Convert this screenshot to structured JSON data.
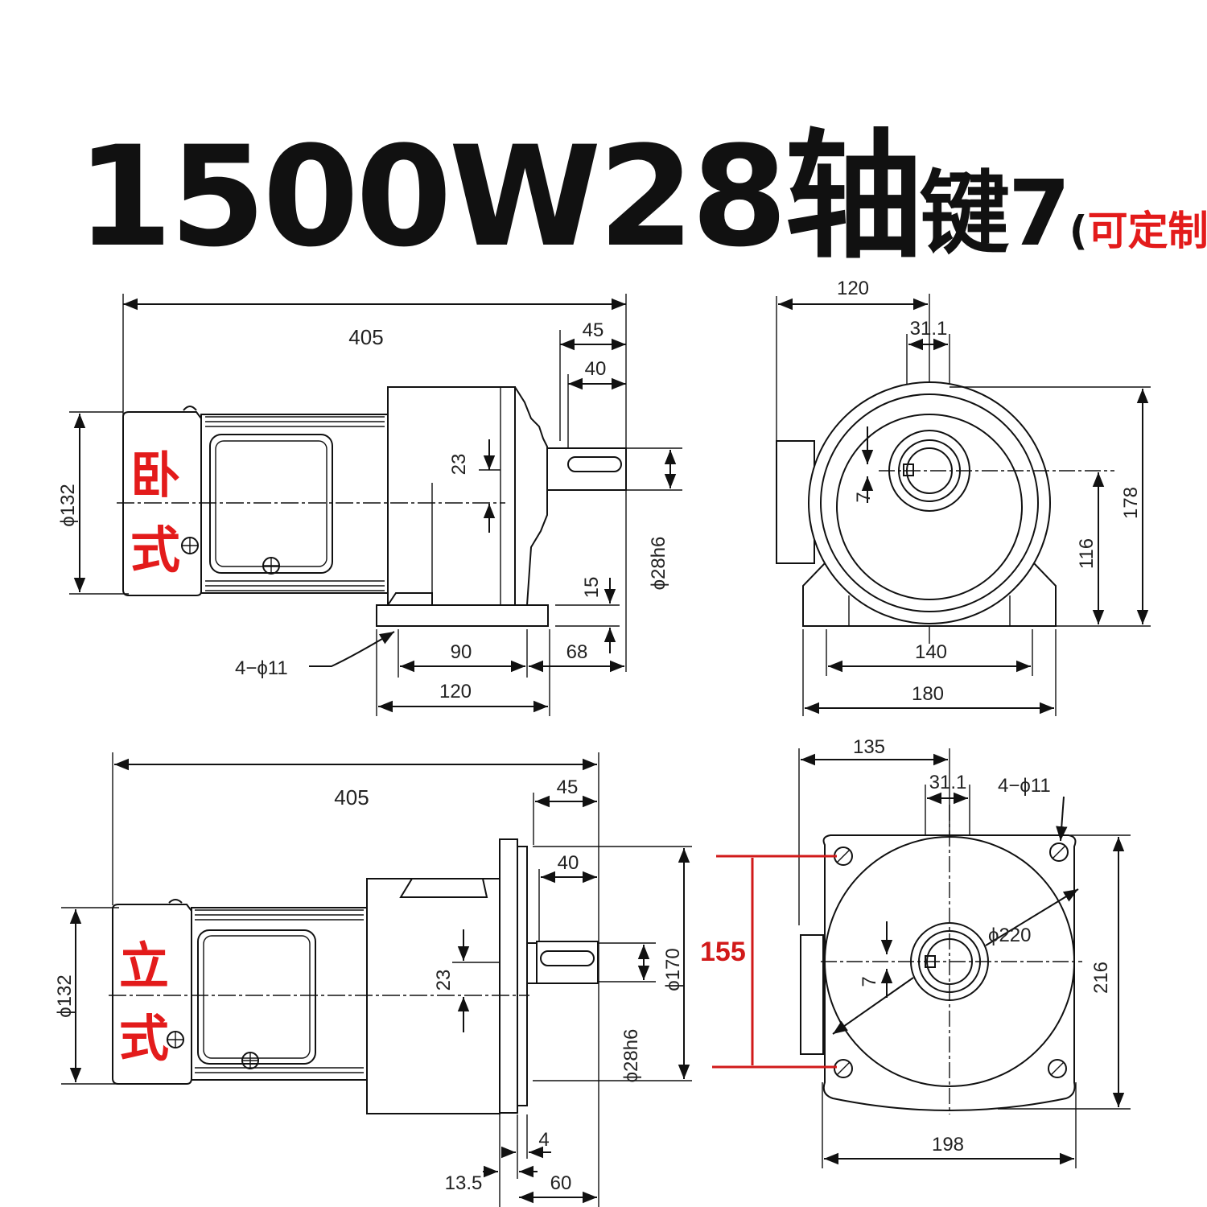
{
  "title": {
    "main": "1500W28轴",
    "key": "键7",
    "open_paren": "(",
    "custom": "可定制",
    "close_paren": ")"
  },
  "views": {
    "horizontal": {
      "label_line1": "卧",
      "label_line2": "式",
      "side": {
        "overall_length": "405",
        "shaft_length": "45",
        "key_length": "40",
        "motor_diameter": "ϕ132",
        "shaft_height_offset": "23",
        "shaft_diameter": "ϕ28h6",
        "base_thickness": "15",
        "mount_holes": "4−ϕ11",
        "hole_spacing": "90",
        "shaft_offset_from_base": "68",
        "base_length": "120"
      },
      "front": {
        "width_to_shaft": "120",
        "shaft_key_height": "31.1",
        "key_width": "7",
        "shaft_center_height": "116",
        "overall_height": "178",
        "hole_pitch": "140",
        "base_width": "180"
      }
    },
    "vertical": {
      "label_line1": "立",
      "label_line2": "式",
      "side": {
        "overall_length": "405",
        "shaft_length": "45",
        "key_length": "40",
        "motor_diameter": "ϕ132",
        "shaft_height_offset": "23",
        "flange_diameter": "ϕ170",
        "shaft_diameter": "ϕ28h6",
        "flange_step": "4",
        "flange_thickness": "13.5",
        "shaft_protrusion": "60"
      },
      "front": {
        "width_to_shaft": "135",
        "shaft_key_height": "31.1",
        "mount_holes": "4−ϕ11",
        "pcd": "ϕ220",
        "key_width": "7",
        "spigot": "155",
        "flange_height": "216",
        "flange_width": "198"
      }
    }
  }
}
